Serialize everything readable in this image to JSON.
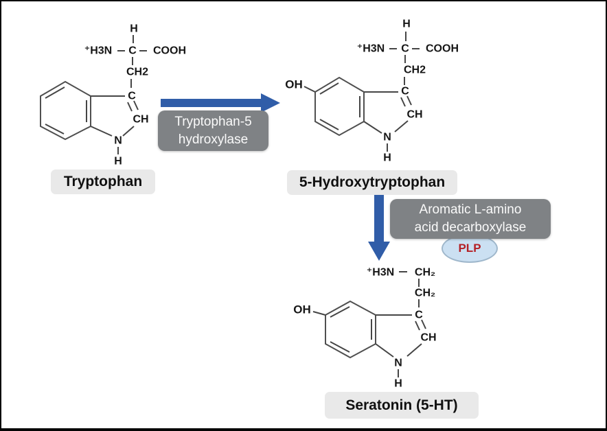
{
  "diagram": {
    "title_implied": "Serotonin biosynthesis pathway",
    "molecules": {
      "tryptophan": {
        "name": "Tryptophan",
        "atoms": {
          "h_top": "H",
          "amine": "⁺H3N",
          "alpha_c": "C",
          "carboxyl": "COOH",
          "ch2": "CH2",
          "ring_c": "C",
          "ring_ch": "CH",
          "ring_n": "N",
          "n_h": "H"
        }
      },
      "hydroxytryptophan": {
        "name": "5-Hydroxytryptophan",
        "atoms": {
          "h_top": "H",
          "amine": "⁺H3N",
          "alpha_c": "C",
          "carboxyl": "COOH",
          "ch2": "CH2",
          "ring_c": "C",
          "ring_ch": "CH",
          "ring_n": "N",
          "n_h": "H",
          "hydroxyl": "OH"
        }
      },
      "serotonin": {
        "name": "Seratonin (5-HT)",
        "atoms": {
          "amine": "⁺H3N",
          "ch2_a": "CH₂",
          "ch2_b": "CH₂",
          "ring_c": "C",
          "ring_ch": "CH",
          "ring_n": "N",
          "n_h": "H",
          "hydroxyl": "OH"
        }
      }
    },
    "enzymes": {
      "tryptophan_hydroxylase": {
        "line1": "Tryptophan-5",
        "line2": "hydroxylase"
      },
      "aadc": {
        "line1": "Aromatic L-amino",
        "line2": "acid decarboxylase",
        "cofactor": "PLP"
      }
    },
    "colors": {
      "arrow_blue": "#305DA8",
      "enzyme_box_gray": "#7F8285",
      "enzyme_text": "#FAFAFA",
      "label_box_gray": "#E9E9E9",
      "plp_fill": "#CBE0F2",
      "plp_border": "#9FB7CB",
      "plp_text_red": "#B42025",
      "structure_line": "#454545"
    }
  }
}
